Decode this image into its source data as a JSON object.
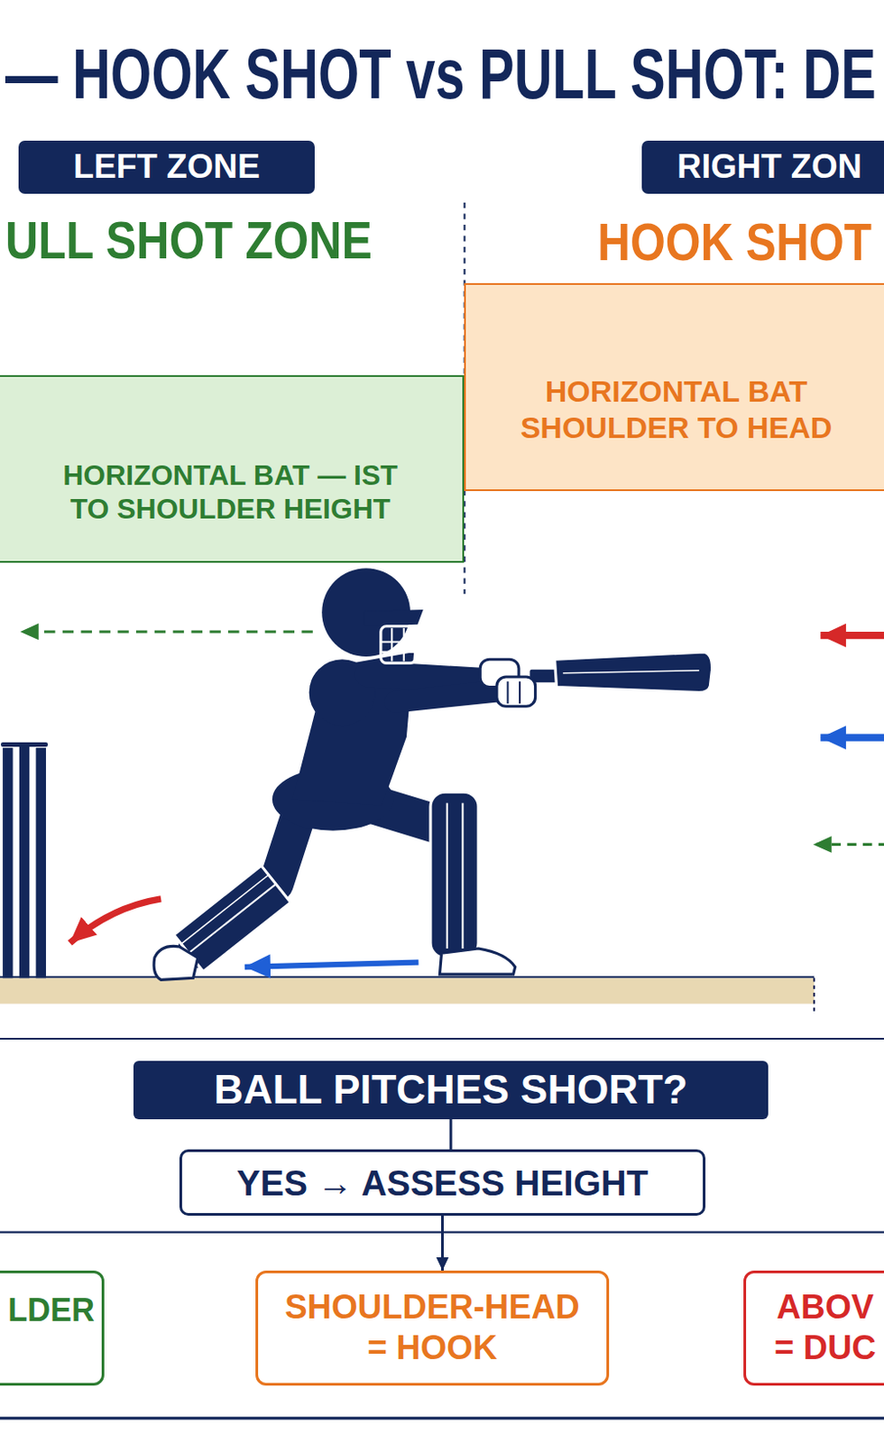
{
  "diagram": {
    "title": "— HOOK SHOT vs PULL SHOT: DE",
    "nodes": [
      {
        "text": [
          "LEFT ZONE"
        ]
      },
      {
        "text": [
          "RIGHT ZON"
        ]
      },
      {
        "text": [
          "HORIZONTAL BAT — IST TO SHOULDER HEIGHT"
        ]
      },
      {
        "text": [
          "HORIZONTAL BAT SHOULDER TO HEAD"
        ]
      },
      {
        "text": [
          "BALL PITCHES SHORT?"
        ]
      },
      {
        "text": [
          "YES → ASSESS HEIGHT"
        ]
      },
      {
        "text": [
          "LDER"
        ]
      },
      {
        "text": [
          "SHOULDER-HEAD = HOOK"
        ]
      },
      {
        "text": [
          "ABOV = DUC"
        ]
      }
    ],
    "edges": [
      {
        "from": 4,
        "to": 5,
        "arrow": "none"
      },
      {
        "from": 5,
        "to": 7,
        "arrow": "to"
      }
    ],
    "labels": [
      "ULL SHOT ZONE",
      "HOOK SHOT"
    ]
  }
}
